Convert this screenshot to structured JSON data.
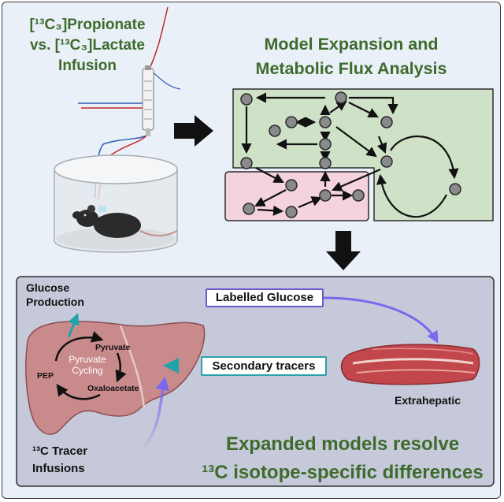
{
  "titles": {
    "tracer_line1": "[¹³C₃]Propionate",
    "tracer_line2": "vs. [¹³C₃]Lactate",
    "tracer_line3": "Infusion",
    "model_line1": "Model Expansion and",
    "model_line2": "Metabolic Flux Analysis",
    "expanded_line1": "Expanded models resolve",
    "expanded_line2": "¹³C isotope-specific differences"
  },
  "liver_panel": {
    "glucose_production_1": "Glucose",
    "glucose_production_2": "Production",
    "labelled_glucose": "Labelled Glucose",
    "secondary_tracers": "Secondary tracers",
    "pyruvate": "Pyruvate",
    "pyruvate_cycling_1": "Pyruvate",
    "pyruvate_cycling_2": "Cycling",
    "pep": "PEP",
    "oxaloacetate": "Oxaloacetate",
    "extrahepatic": "Extrahepatic",
    "tracer_infusions_1": "¹³C Tracer",
    "tracer_infusions_2": "Infusions"
  },
  "colors": {
    "title_green": "#3e6b2c",
    "network_green_box": "#cfe2c7",
    "network_pink_box": "#f4d3de",
    "liver": "#c98a8c",
    "arrow_purple": "#7b68ee",
    "arrow_teal": "#1fa3a8"
  }
}
